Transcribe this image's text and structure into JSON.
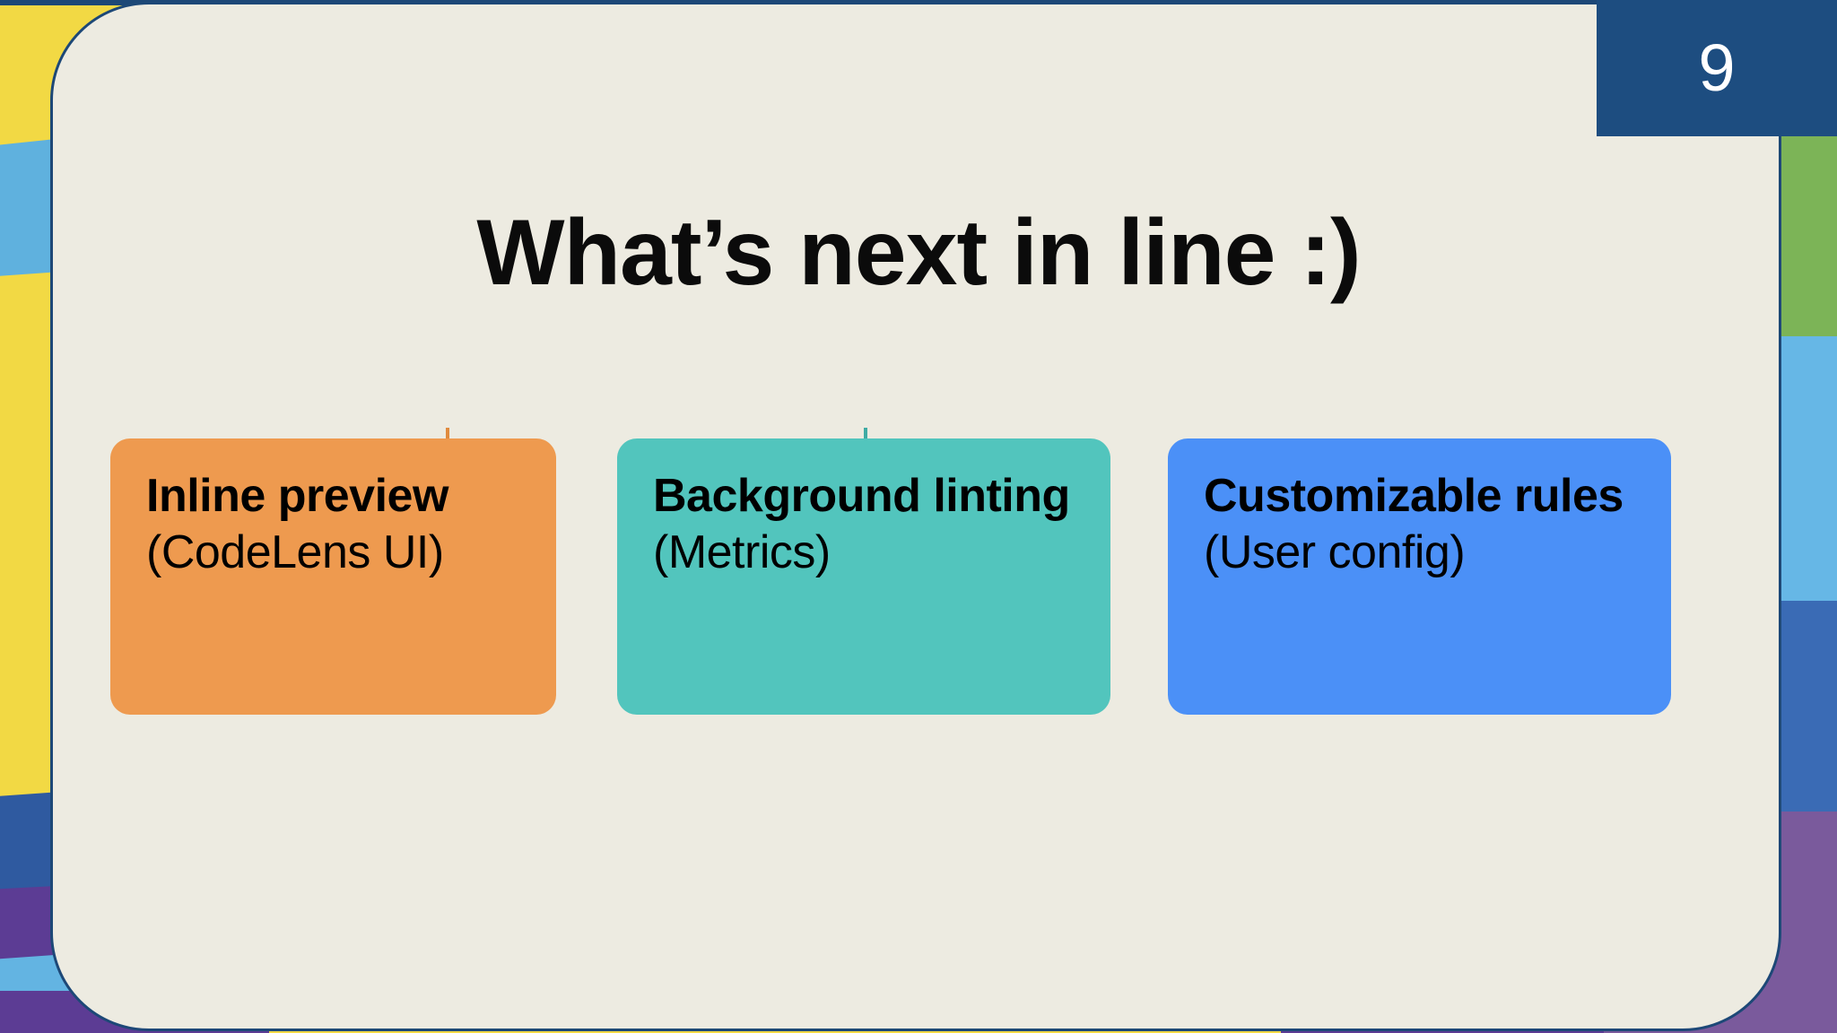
{
  "slide": {
    "page_number": "9",
    "title": "What’s next in line :)",
    "card_background_color": "#edebe1",
    "card_border_color": "#1d4877",
    "page_number_background": "#1d4d80",
    "page_number_color": "#ffffff",
    "title_color": "#0b0b0b"
  },
  "feature_boxes": [
    {
      "headline": "Inline preview",
      "subtext": "(CodeLens UI)",
      "color": "#ee9a4f",
      "name": "inline-preview"
    },
    {
      "headline": "Background linting",
      "subtext": "(Metrics)",
      "color": "#52c5bd",
      "name": "background-linting"
    },
    {
      "headline": "Customizable rules",
      "subtext": "(User config)",
      "color": "#4b90f7",
      "name": "customizable-rules"
    }
  ],
  "background": {
    "palette": {
      "yellow": "#f2d944",
      "light_blue": "#66b7e6",
      "navy": "#1d4877",
      "blue": "#3a6bb5",
      "purple": "#5c3c94",
      "purple_light": "#7a5a9c",
      "green": "#7cb457"
    }
  }
}
